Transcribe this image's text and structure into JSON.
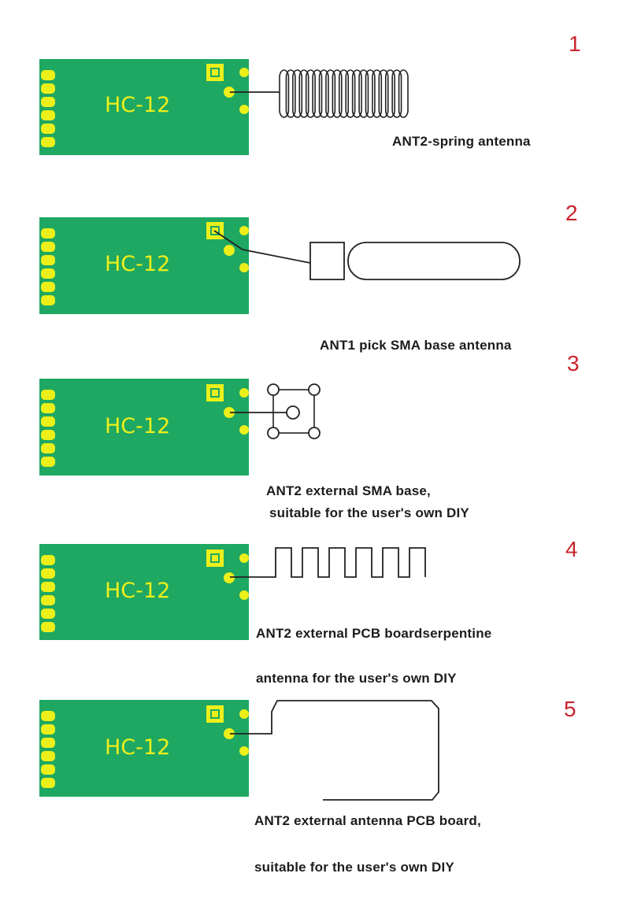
{
  "board_label": "HC-12",
  "colors": {
    "board": "#1ea862",
    "pad": "#ecef1a",
    "label": "#ecef1a",
    "number": "#c8242b",
    "line": "#222222",
    "caption": "#1c1c1c"
  },
  "items": [
    {
      "number": "1",
      "caption_lines": [
        "ANT2-spring antenna"
      ],
      "antenna": "spring-coil-icon"
    },
    {
      "number": "2",
      "caption_lines": [
        "ANT1 pick SMA base antenna"
      ],
      "antenna": "sma-whip-antenna-icon"
    },
    {
      "number": "3",
      "caption_lines": [
        "ANT2 external SMA base,",
        "suitable for the user's own DIY"
      ],
      "antenna": "sma-base-connector-icon"
    },
    {
      "number": "4",
      "caption_lines": [
        "ANT2 external PCB boardserpentine",
        "antenna for the user's own DIY"
      ],
      "antenna": "serpentine-trace-icon"
    },
    {
      "number": "5",
      "caption_lines": [
        "ANT2 external antenna PCB board,",
        "suitable for the user's own DIY"
      ],
      "antenna": "pcb-loop-trace-icon"
    }
  ]
}
